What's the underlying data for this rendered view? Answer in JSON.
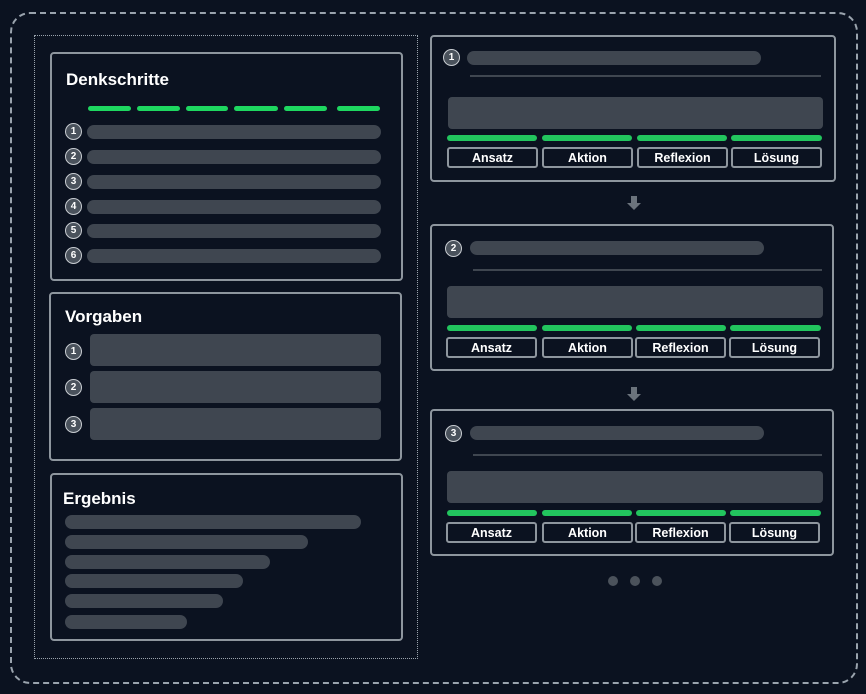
{
  "left": {
    "denkschritte": {
      "title": "Denkschritte",
      "steps": [
        "1",
        "2",
        "3",
        "4",
        "5",
        "6"
      ]
    },
    "vorgaben": {
      "title": "Vorgaben",
      "items": [
        "1",
        "2",
        "3"
      ]
    },
    "ergebnis": {
      "title": "Ergebnis"
    }
  },
  "right": {
    "cards": [
      {
        "number": "1",
        "buttons": [
          "Ansatz",
          "Aktion",
          "Reflexion",
          "Lösung"
        ]
      },
      {
        "number": "2",
        "buttons": [
          "Ansatz",
          "Aktion",
          "Reflexion",
          "Lösung"
        ]
      },
      {
        "number": "3",
        "buttons": [
          "Ansatz",
          "Aktion",
          "Reflexion",
          "Lösung"
        ]
      }
    ]
  },
  "colors": {
    "background": "#0b1220",
    "accent_green": "#22c55e",
    "placeholder": "#3f4650",
    "border": "#8e969e"
  },
  "icons": {
    "connector": "arrow-down-icon",
    "more": "ellipsis-dots"
  }
}
